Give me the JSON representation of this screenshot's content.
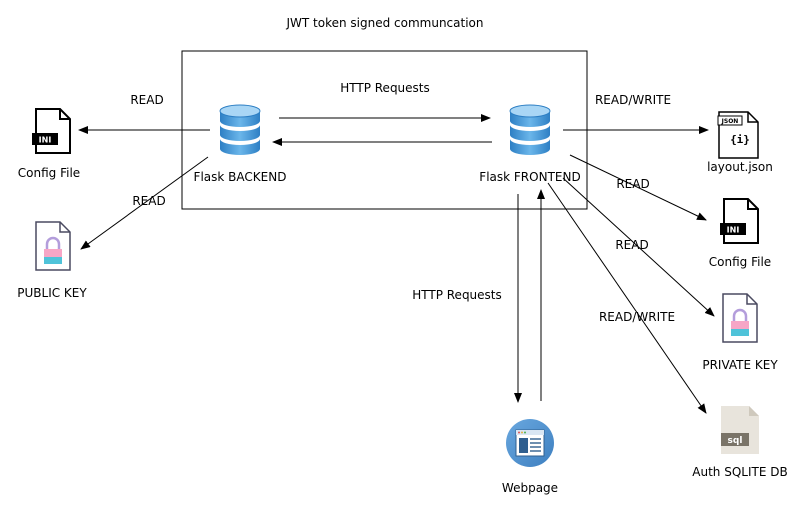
{
  "title": "JWT token signed communcation",
  "nodes": {
    "backend": {
      "label": "Flask BACKEND",
      "icon": "database-icon"
    },
    "frontend": {
      "label": "Flask FRONTEND",
      "icon": "database-icon"
    },
    "config_left": {
      "label": "Config File",
      "icon": "ini-file-icon",
      "badge": "INI"
    },
    "public_key": {
      "label": "PUBLIC KEY",
      "icon": "locked-file-icon"
    },
    "layout_json": {
      "label": "layout.json",
      "icon": "json-file-icon",
      "badge": "JSON",
      "glyph": "{i}"
    },
    "config_right": {
      "label": "Config File",
      "icon": "ini-file-icon",
      "badge": "INI"
    },
    "private_key": {
      "label": "PRIVATE KEY",
      "icon": "locked-file-icon"
    },
    "auth_db": {
      "label": "Auth SQLITE DB",
      "icon": "sql-file-icon",
      "badge": "sql"
    },
    "webpage": {
      "label": "Webpage",
      "icon": "webpage-icon"
    }
  },
  "edges": {
    "backend_to_config": "READ",
    "backend_to_public_key": "READ",
    "backend_frontend": "HTTP Requests",
    "frontend_to_layout": "READ/WRITE",
    "frontend_to_config": "READ",
    "frontend_to_private_key": "READ",
    "frontend_to_db": "READ/WRITE",
    "frontend_webpage": "HTTP Requests"
  },
  "colors": {
    "line": "#000000",
    "db_blue_light": "#a9d6f5",
    "db_blue": "#3a8fd1",
    "db_blue_dark": "#1f6aa8",
    "webpage_circle": "#5a9bd5",
    "lock_purple": "#b39ddb",
    "lock_pink": "#f7a6c6",
    "lock_teal": "#4fc3d9",
    "sql_paper": "#e8e4dc",
    "sql_badge": "#7a7468"
  }
}
